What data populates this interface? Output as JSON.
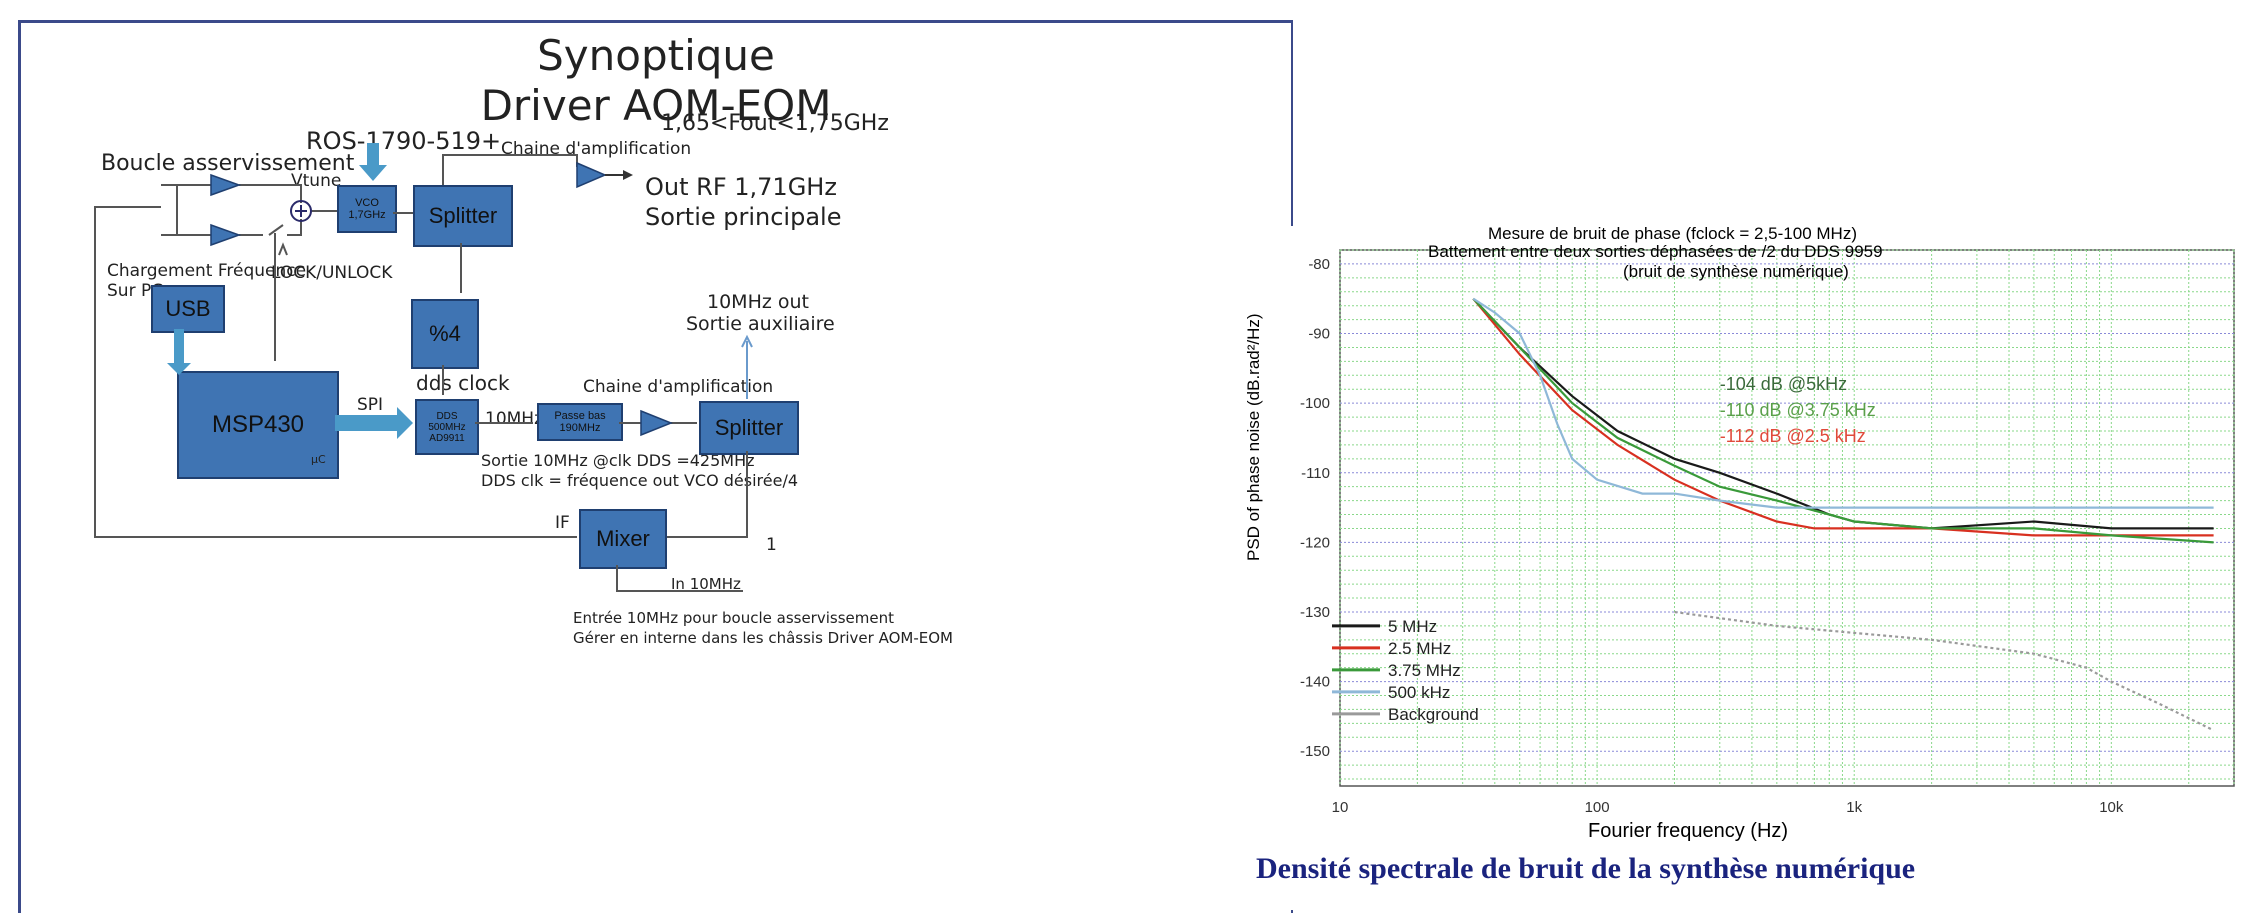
{
  "slide": {
    "title_line1": "Synoptique",
    "title_line2": "Driver AOM-EOM",
    "fout_range": "1,65<Fout<1,75GHz",
    "vco_ref": "ROS-1790-519+",
    "loop_label": "Boucle asservissement",
    "vtune_label": "Vtune",
    "freq_load_label_1": "Chargement Fréquence",
    "freq_load_label_2": "Sur PC",
    "lock_label": "LOCK/UNLOCK",
    "amp_chain_top": "Chaine d'amplification",
    "out_rf_1": "Out RF 1,71GHz",
    "out_rf_2": "Sortie principale",
    "out_10mhz_1": "10MHz out",
    "out_10mhz_2": "Sortie auxiliaire",
    "amp_chain_bottom": "Chaine d'amplification",
    "dds_clock": "dds clock",
    "spi": "SPI",
    "tenmhz": "10MHz",
    "note_1": "Sortie 10MHz @clk DDS =425MHz",
    "note_2": "DDS clk = fréquence out VCO désirée/4",
    "if_label": "IF",
    "page_number": "1",
    "in_10mhz": "In 10MHz",
    "entry_note_1": "Entrée 10MHz pour boucle asservissement",
    "entry_note_2": "Gérer en interne dans les châssis Driver AOM-EOM",
    "blocks": {
      "vco": "VCO\n1,7GHz",
      "splitter_top": "Splitter",
      "usb": "USB",
      "div4": "%4",
      "msp": "MSP430",
      "uc": "µC",
      "dds": "DDS\n500MHz\nAD9911",
      "lowpass": "Passe bas\n190MHz",
      "splitter_bottom": "Splitter",
      "mixer": "Mixer"
    }
  },
  "chart_data": {
    "type": "line",
    "title": "Mesure de bruit de phase (fclock = 2,5-100 MHz)",
    "subtitle_1": "Battement entre deux sorties déphasées de  /2 du DDS 9959",
    "subtitle_2": "(bruit de synthèse numérique)",
    "xlabel": "Fourier frequency (Hz)",
    "ylabel": "PSD of phase noise (dB.rad²/Hz)",
    "xscale": "log",
    "xlim": [
      10,
      30000
    ],
    "ylim": [
      -155,
      -78
    ],
    "x_ticks": [
      "10",
      "100",
      "1k",
      "10k"
    ],
    "y_ticks": [
      "-80",
      "-90",
      "-100",
      "-110",
      "-120",
      "-130",
      "-140",
      "-150"
    ],
    "annotations": [
      {
        "text": "-104 dB @5kHz",
        "color": "#3a6a3a"
      },
      {
        "text": "-110 dB @3.75 kHz",
        "color": "#5aa04a"
      },
      {
        "text": "-112 dB @2.5 kHz",
        "color": "#e04a3a"
      }
    ],
    "caption": "Densité spectrale  de bruit de la synthèse  numérique",
    "series": [
      {
        "name": "5 MHz",
        "color": "#1a1a1a",
        "x": [
          33,
          50,
          80,
          120,
          200,
          300,
          500,
          800,
          1000,
          2000,
          5000,
          10000,
          25000
        ],
        "y": [
          -85,
          -92,
          -99,
          -104,
          -108,
          -110,
          -113,
          -116,
          -117,
          -118,
          -117,
          -118,
          -118
        ]
      },
      {
        "name": "2.5 MHz",
        "color": "#d83020",
        "x": [
          33,
          50,
          80,
          120,
          200,
          300,
          500,
          700,
          1000,
          2000,
          5000,
          10000,
          25000
        ],
        "y": [
          -85,
          -93,
          -101,
          -106,
          -111,
          -114,
          -117,
          -118,
          -118,
          -118,
          -119,
          -119,
          -119
        ]
      },
      {
        "name": "3.75 MHz",
        "color": "#3a9a3a",
        "x": [
          33,
          50,
          80,
          120,
          200,
          300,
          500,
          800,
          1000,
          2000,
          5000,
          10000,
          25000
        ],
        "y": [
          -85,
          -92,
          -100,
          -105,
          -109,
          -112,
          -114,
          -116,
          -117,
          -118,
          -118,
          -119,
          -120
        ]
      },
      {
        "name": "500 kHz",
        "color": "#8fb8d8",
        "x": [
          33,
          40,
          50,
          60,
          70,
          80,
          100,
          150,
          200,
          300,
          500,
          1000,
          2000,
          5000,
          10000,
          25000
        ],
        "y": [
          -85,
          -87,
          -90,
          -96,
          -103,
          -108,
          -111,
          -113,
          -113,
          -114,
          -115,
          -115,
          -115,
          -115,
          -115,
          -115
        ]
      },
      {
        "name": "Background",
        "color": "#9a9a9a",
        "x": [
          200,
          500,
          1000,
          2000,
          5000,
          8000,
          10000,
          15000,
          25000
        ],
        "y": [
          -130,
          -132,
          -133,
          -134,
          -136,
          -138,
          -140,
          -143,
          -147
        ]
      }
    ]
  }
}
